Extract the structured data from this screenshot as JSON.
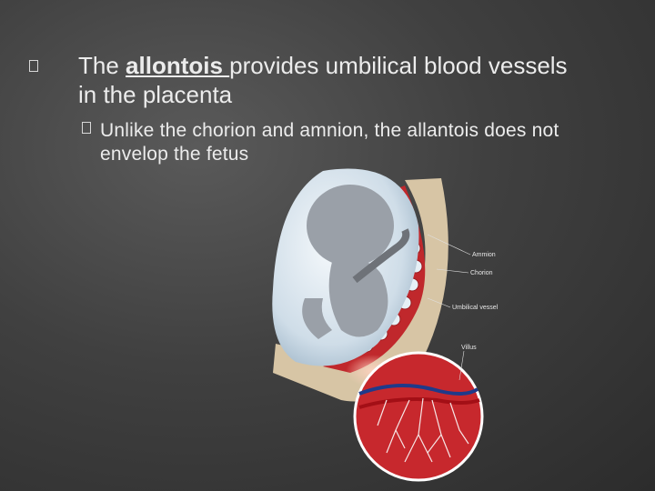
{
  "slide": {
    "bullet1": {
      "prefix": "The ",
      "keyword": "allontois ",
      "rest_line1": "provides umbilical blood vessels",
      "rest_line2": "in the placenta"
    },
    "bullet2": {
      "line1": "Unlike the chorion and amnion, the allantois does not",
      "line2": "envelop the fetus"
    }
  },
  "figure": {
    "labels": [
      "Ammion",
      "Chorion",
      "Umbilical vessel",
      "Villus"
    ]
  },
  "colors": {
    "text": "#ececec",
    "background": "#3f3f3f",
    "placenta_red": "#c0282c",
    "fetus_gray": "#9a9fa6",
    "uterine_wall": "#d7c5a5"
  }
}
